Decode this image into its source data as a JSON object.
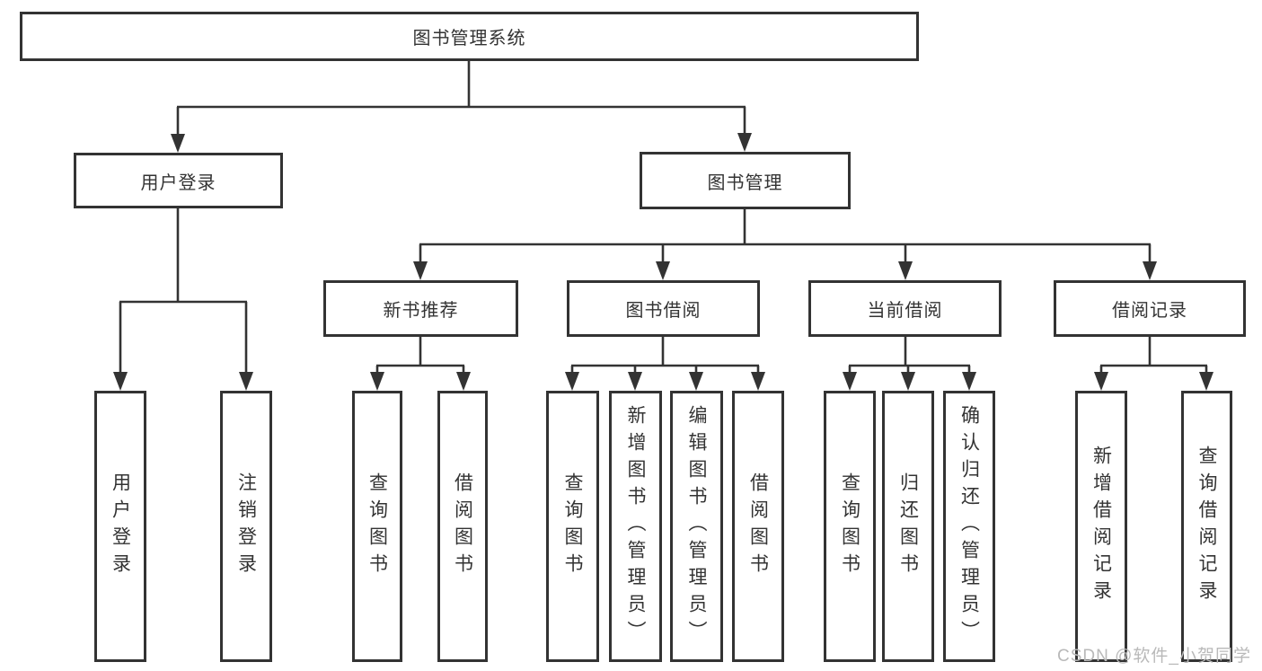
{
  "diagram": {
    "root": "图书管理系统",
    "branches": [
      {
        "label": "用户登录",
        "children": [
          {
            "label": "用户登录"
          },
          {
            "label": "注销登录"
          }
        ]
      },
      {
        "label": "图书管理",
        "children": [
          {
            "label": "新书推荐",
            "children": [
              {
                "label": "查询图书"
              },
              {
                "label": "借阅图书"
              }
            ]
          },
          {
            "label": "图书借阅",
            "children": [
              {
                "label": "查询图书"
              },
              {
                "label": "新增图书（管理员）"
              },
              {
                "label": "编辑图书（管理员）"
              },
              {
                "label": "借阅图书"
              }
            ]
          },
          {
            "label": "当前借阅",
            "children": [
              {
                "label": "查询图书"
              },
              {
                "label": "归还图书"
              },
              {
                "label": "确认归还（管理员）"
              }
            ]
          },
          {
            "label": "借阅记录",
            "children": [
              {
                "label": "新增借阅记录"
              },
              {
                "label": "查询借阅记录"
              }
            ]
          }
        ]
      }
    ]
  },
  "watermark": {
    "text": "CSDN @软件_小贺同学"
  },
  "colors": {
    "line": "#333333",
    "box_border": "#333333",
    "watermark": "#b9b9b9",
    "background": "#ffffff"
  }
}
